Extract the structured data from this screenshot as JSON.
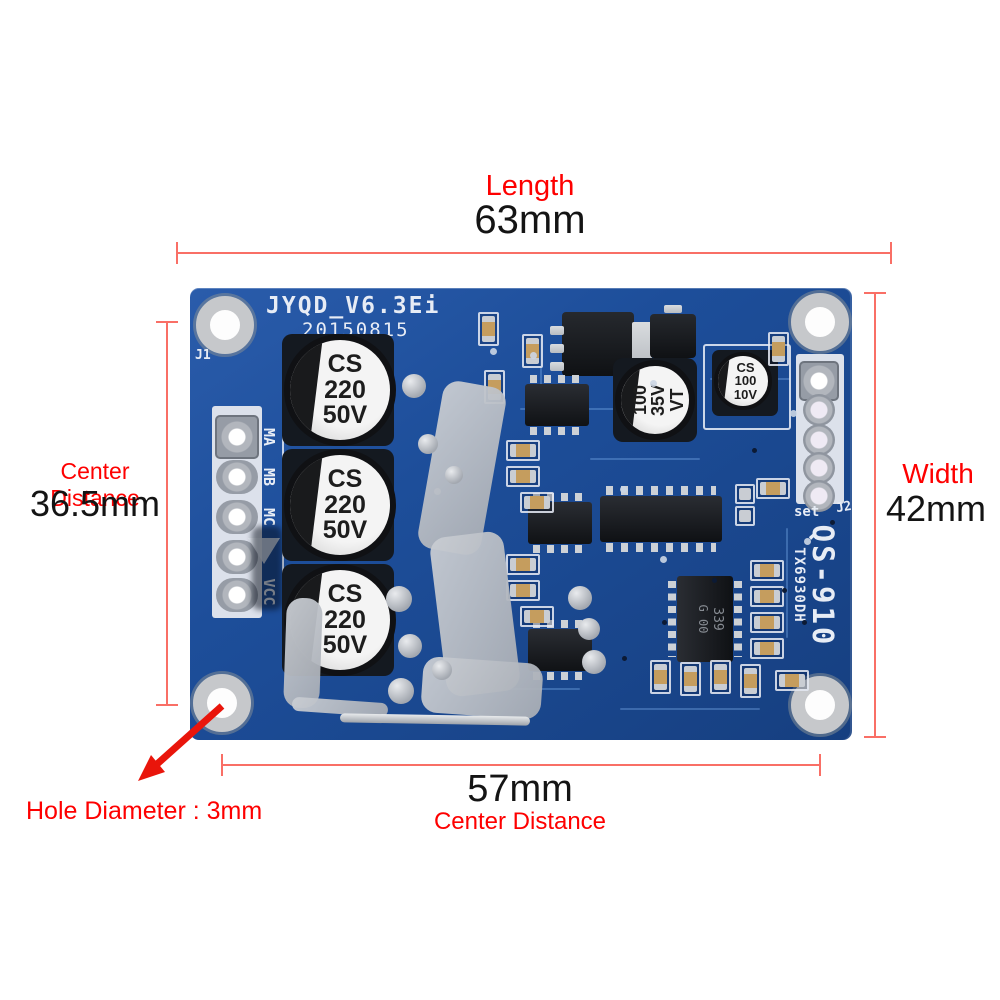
{
  "annotations": {
    "length_label": "Length",
    "length_value": "63mm",
    "width_label": "Width",
    "width_value": "42mm",
    "left_cd_label": "Center Distance",
    "left_cd_value": "36.5mm",
    "bottom_cd_value": "57mm",
    "bottom_cd_label": "Center Distance",
    "hole_diameter_label": "Hole Diameter : 3mm"
  },
  "colors": {
    "annotation_red": "#fe0000",
    "dimension_line_red": "#f96f66",
    "arrow_red": "#e9150b",
    "value_black": "#141414",
    "pcb_blue": "#1d4e9a",
    "silkscreen_white": "#e7ecf5"
  },
  "board": {
    "silkscreen_title": "JYQD_V6.3Ei",
    "silkscreen_date": "20150815",
    "left_connector_ref": "J1",
    "left_connector_pins": [
      "MA",
      "MB",
      "MC",
      "VCC"
    ],
    "right_connector_set_label": "set",
    "right_connector_ref": "J2",
    "model_number": "QS-910",
    "model_code": "TX6930DH",
    "bulk_capacitor": {
      "line1": "CS",
      "line2": "220",
      "line3": "50V"
    },
    "mid_capacitor": {
      "line1": "100",
      "line2": "35V",
      "line3": "VT"
    },
    "small_capacitor": {
      "line1": "CS",
      "line2": "100",
      "line3": "10V"
    },
    "comparator_ic": {
      "line1": "339",
      "line2": "G 00"
    }
  }
}
